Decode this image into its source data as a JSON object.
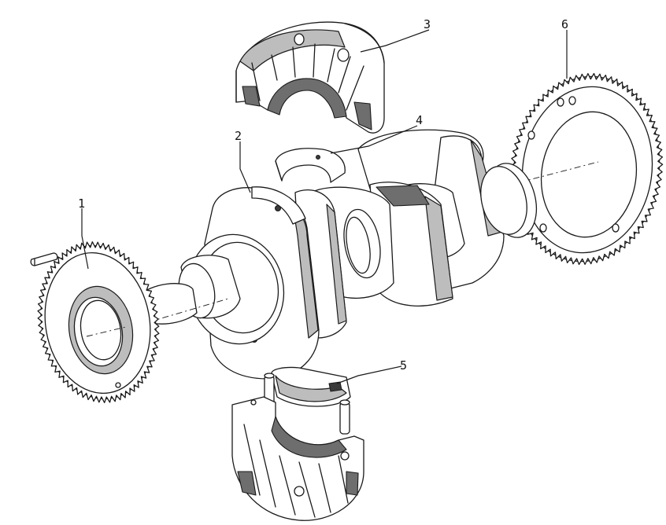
{
  "diagram": {
    "callouts": [
      {
        "id": "1",
        "label": "1",
        "part": "crankshaft-gear"
      },
      {
        "id": "2",
        "label": "2",
        "part": "crankshaft"
      },
      {
        "id": "3",
        "label": "3",
        "part": "upper-main-bearing-cap"
      },
      {
        "id": "4",
        "label": "4",
        "part": "upper-bearing-shell"
      },
      {
        "id": "5",
        "label": "5",
        "part": "lower-bearing-shell"
      },
      {
        "id": "6",
        "label": "6",
        "part": "flywheel-ring-gear"
      }
    ],
    "colors": {
      "line": "#1a1a1a",
      "shade": "#bdbdbd",
      "dark": "#6e6e6e",
      "background": "#ffffff"
    }
  }
}
